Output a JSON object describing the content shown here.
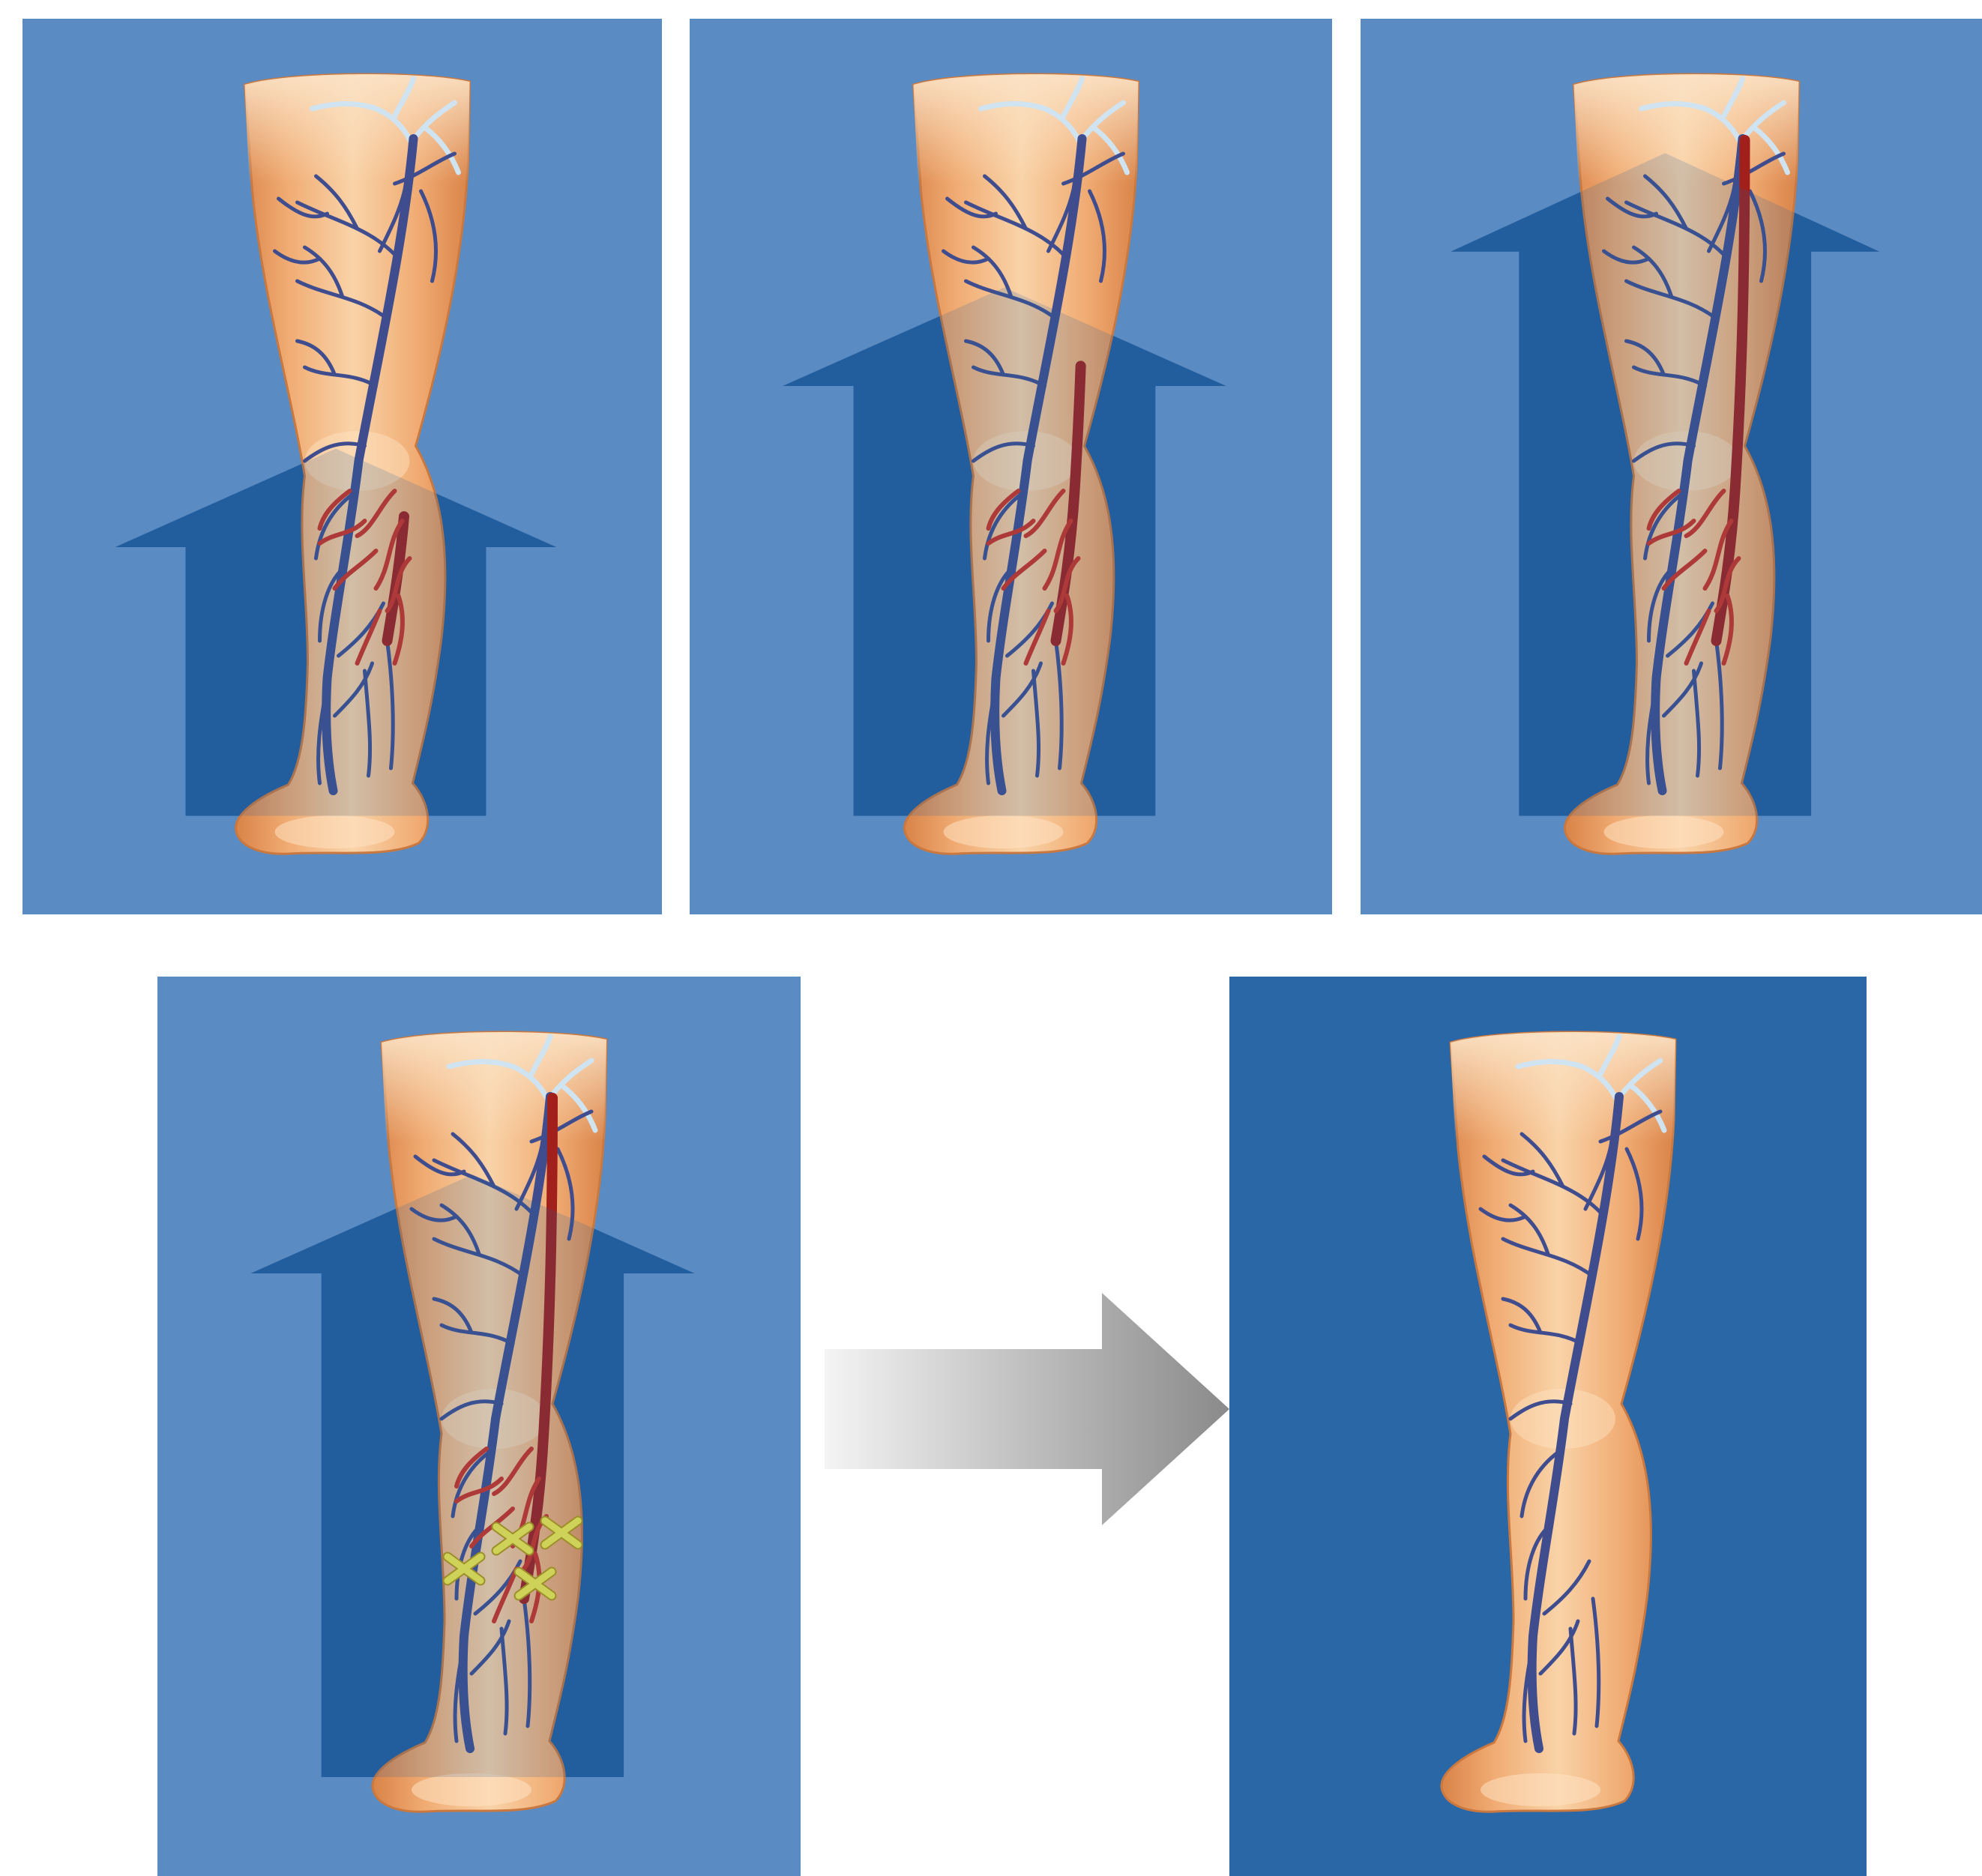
{
  "colors": {
    "background": "#ffffff",
    "panel_light": "#5a8bc2",
    "panel_dark": "#2a67a6",
    "flow_arrow": "#235e9e",
    "skin_light": "#f8cfa2",
    "skin_mid": "#eea56c",
    "skin_shadow": "#d98348",
    "vein_healthy": "#3f4d8e",
    "vein_diseased": "#a2201c",
    "vein_diseased_bright": "#cc3322",
    "vein_pale": "#cfe3f1",
    "treatment_mark": "#f4ec4a",
    "transition_arrow_light": "#f2f2f2",
    "transition_arrow_dark": "#8c8c8c"
  },
  "panels": [
    {
      "name": "stage-1",
      "background": "panel_light",
      "flow_arrow": true,
      "flow_level": 0.52,
      "reflux_extent": 0.25,
      "treatment_marks": 0
    },
    {
      "name": "stage-2",
      "background": "panel_light",
      "flow_arrow": true,
      "flow_level": 0.7,
      "reflux_extent": 0.55,
      "treatment_marks": 0
    },
    {
      "name": "stage-3",
      "background": "panel_light",
      "flow_arrow": true,
      "flow_level": 0.85,
      "reflux_extent": 1.0,
      "treatment_marks": 0
    },
    {
      "name": "treatment",
      "background": "panel_light",
      "flow_arrow": true,
      "flow_level": 0.78,
      "reflux_extent": 1.0,
      "treatment_marks": 4
    },
    {
      "name": "result",
      "background": "panel_dark",
      "flow_arrow": false,
      "flow_level": 0,
      "reflux_extent": 0,
      "treatment_marks": 0
    }
  ],
  "transition_arrow": {
    "from": "treatment",
    "to": "result",
    "icon": "right-arrow-icon"
  }
}
